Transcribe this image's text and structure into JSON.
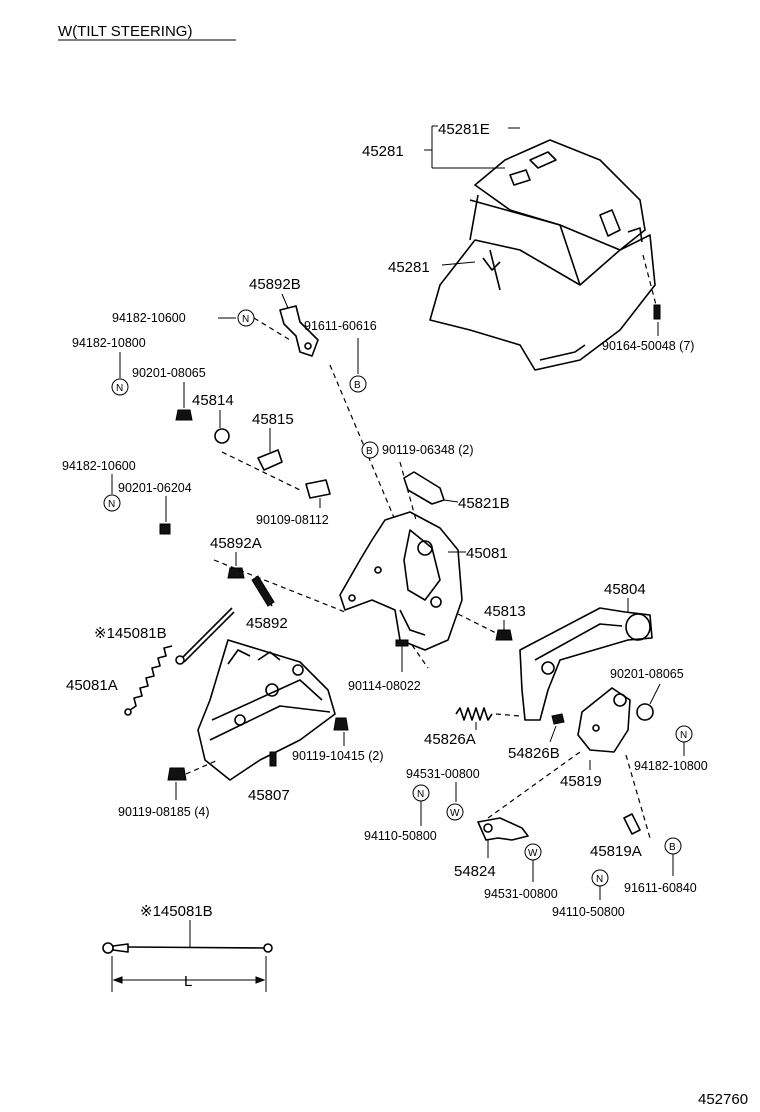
{
  "header": {
    "title": "W(TILT STEERING)"
  },
  "footer": {
    "figure_number": "452760"
  },
  "symbols": {
    "N": "N",
    "B": "B",
    "W": "W"
  },
  "labels": {
    "p45281E": "45281E",
    "p45281a": "45281",
    "p45281b": "45281",
    "p90164": "90164-50048 (7)",
    "p45892B": "45892B",
    "p94182_10600a": "94182-10600",
    "p91611_60616": "91611-60616",
    "p94182_10800a": "94182-10800",
    "p90201_08065a": "90201-08065",
    "p45814": "45814",
    "p45815": "45815",
    "p90119_06348": "90119-06348 (2)",
    "p94182_10600b": "94182-10600",
    "p90201_06204": "90201-06204",
    "p45821B": "45821B",
    "p90109_08112": "90109-08112",
    "p45892A": "45892A",
    "p45081": "45081",
    "p45804": "45804",
    "p45813": "45813",
    "p45892": "45892",
    "p145081B": "※145081B",
    "p45081A": "45081A",
    "p90114_08022": "90114-08022",
    "p90201_08065b": "90201-08065",
    "p45826A": "45826A",
    "p54826B": "54826B",
    "p94182_10800b": "94182-10800",
    "p90119_10415": "90119-10415 (2)",
    "p45819": "45819",
    "p94531_00800a": "94531-00800",
    "p90119_08185": "90119-08185 (4)",
    "p45807": "45807",
    "p94110_50800a": "94110-50800",
    "p54824": "54824",
    "p45819A": "45819A",
    "p94531_00800b": "94531-00800",
    "p91611_60840": "91611-60840",
    "p94110_50800b": "94110-50800",
    "p145081B_detail": "※145081B",
    "dim_L": "L"
  }
}
